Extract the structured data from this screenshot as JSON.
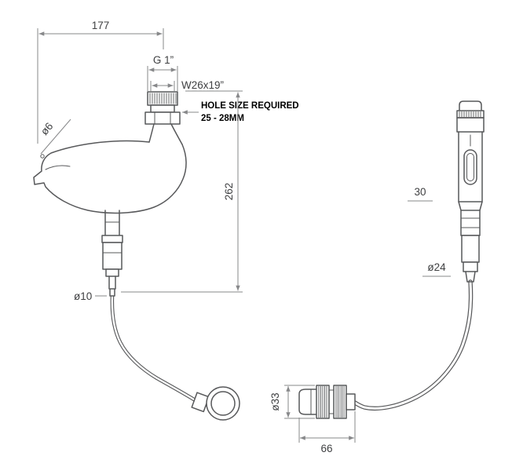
{
  "colors": {
    "background": "#ffffff",
    "outline": "#57585a",
    "dimension": "#87888a",
    "text": "#3f4042",
    "note": "#000000"
  },
  "labels": {
    "overall_width": "177",
    "thread_top": "G 1”",
    "thread_lower": "W26x19”",
    "hole_note_line1": "HOLE SIZE REQUIRED",
    "hole_note_line2": "25 - 28MM",
    "spout_hole_dia": "ø6",
    "overall_height": "262",
    "supply_hose_dia": "ø10",
    "spray_grip_width": "30",
    "spray_body_dia": "ø24",
    "coupling_dia": "ø33",
    "coupling_length": "66"
  }
}
